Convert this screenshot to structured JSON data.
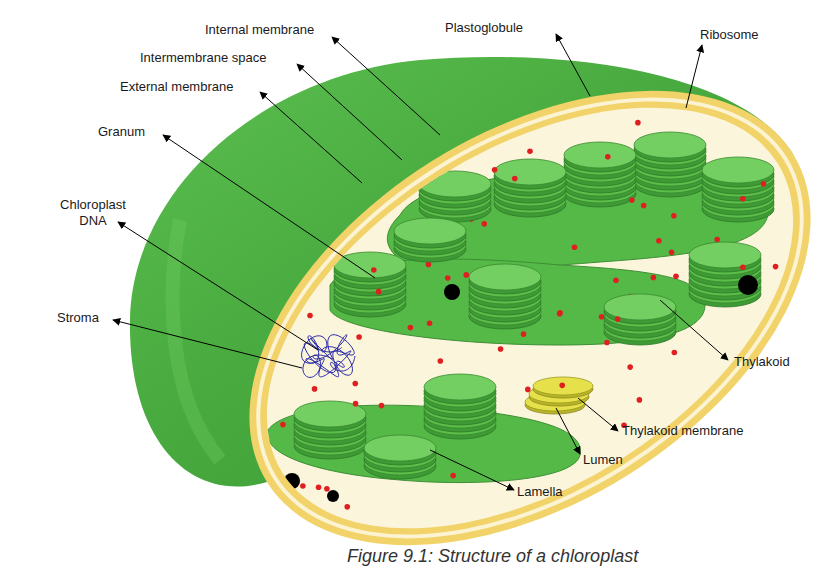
{
  "diagram": {
    "caption": "Figure 9.1: Structure of a chloroplast",
    "labels": [
      "Internal membrane",
      "Plastoglobule",
      "Ribosome",
      "Intermembrane space",
      "External membrane",
      "Granum",
      "Chloroplast DNA",
      "Stroma",
      "Thylakoid",
      "Thylakoid membrane",
      "Lumen",
      "Lamella"
    ]
  }
}
